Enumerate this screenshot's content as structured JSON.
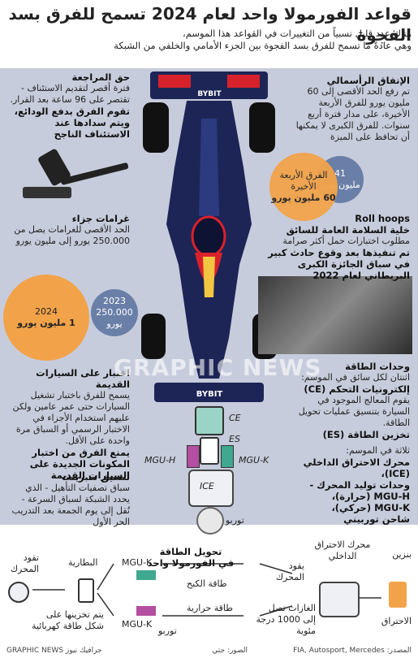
{
  "header": {
    "title": "قواعد الفورمولا واحد لعام 2024 تسمح للفرق بسد الفجوة",
    "subtitle_line1": "هناك عدد قليل نسبياً من التغييرات في القواعد هذا الموسم،",
    "subtitle_line2": "وهي عادةً ما تسمح للفرق بسد الفجوة بين الجزء الأمامي والخلفي من الشبكة"
  },
  "sections": {
    "capital": {
      "heading": "الإنفاق الرأسمالي",
      "body": "تم رفع الحد الأقصى إلى 60 مليون يورو للفرق الأربعة الأخيرة، على مدار فترة أربع سنوات. للفرق الكبرى لا يمكنها أن تحافظ على الميزة"
    },
    "review": {
      "heading": "حق المراجعة",
      "body": "فترة أقصر لتقديم الاستئناف - تقتصر على 96 ساعة بعد القرار.",
      "note": "تقوم الفرق بدفع الودائع، ويتم سدادها عند الاستئناف الناجح"
    },
    "fines": {
      "heading": "غرامات جزاء",
      "body": "الحد الأقصى للغرامات يصل من 250.000 يورو إلى مليون يورو"
    },
    "roll_hoops": {
      "label": "Roll hoops",
      "heading": "خلية السلامة العامة للسائق",
      "body": "مطلوب اختبارات حمل أكثر صرامة",
      "note": "تم تنفيذها بعد وقوع حادث كبير في سباق الجائزة الكبرى البريطاني لعام 2022"
    },
    "old_cars": {
      "heading": "اختبار على السيارات القديمة",
      "body": "يسمح للفرق باختبار تشغيل السيارات حتى عمر عامين ولكن عليهم استخدام الأجزاء في الاختبار الرسمي أو السباق مرة واحدة على الأقل.",
      "note": "يمنع الفرق من اختبار المكونات الجديدة على السيارات القديمة"
    },
    "sprint": {
      "heading": "تنسيق سبرينت",
      "body": "سباق تصفيات التأهيل - الذي يحدد الشبكة لسباق السرعة - نُقل إلى يوم الجمعة بعد التدريب الحر الأول"
    },
    "power_units": {
      "heading": "وحدات الطاقة",
      "line1": "اثنتان لكل سائق في الموسم:",
      "ce_heading": "إلكترونيات التحكم (CE)",
      "ce_body": "يقوم المعالج الموجود في السيارة بتنسيق عمليات تحويل الطاقة.",
      "es_heading": "تخزين الطاقة (ES)",
      "line2": "ثلاثة في الموسم:",
      "ice": "محرك الاحتراق الداخلي (ICE)،",
      "mgu_intro": "وحدات توليد المحرك -",
      "mguh": "MGU-H (حرارة)،",
      "mguk": "MGU-K (حركي)،",
      "turbo": "شاحن توربيني"
    }
  },
  "bubbles": {
    "capital_small_value": "41",
    "capital_small_unit": "مليون يورو",
    "capital_big_label": "الفرق الأربعة الأخيرة",
    "capital_big_value": "60 مليون يورو",
    "fine_2023_year": "2023",
    "fine_2023_value": "250.000",
    "fine_2023_unit": "يورو",
    "fine_2024_year": "2024",
    "fine_2024_value": "1 مليون يورو"
  },
  "engine_labels": {
    "ce": "CE",
    "es": "ES",
    "mguh": "MGU-H",
    "mguk": "MGU-K",
    "ice": "ICE",
    "turbo": "توربو"
  },
  "flow": {
    "title_line1": "تحويل الطاقة",
    "title_line2": "في الفورمولا واحد",
    "fuel": "بنزين",
    "combustion": "الاحتراق",
    "engine": "محرك الاحتراق الداخلي",
    "drives_engine": "يقود المحرك",
    "exhaust": "الغازات تصل إلى 1000 درجة مئوية",
    "turbo": "توربو",
    "brake_energy": "طاقة الكبح",
    "heat_energy": "طاقة حرارية",
    "mguk_top": "MGU-K",
    "mguk_bottom": "MGU-K",
    "battery": "البطارية",
    "drives_motor": "تقود المحرك",
    "stored": "يتم تخزينها على شكل طاقة كهربائية"
  },
  "watermark": "GRAPHIC NEWS",
  "footer": {
    "sources": "المصدر: FIA, Autosport, Mercedes",
    "photo": "الصور: جتي",
    "credit": "GRAPHIC NEWS جرافيك نيوز"
  },
  "colors": {
    "band": "#c7ccdc",
    "orange": "#f2a34a",
    "steel": "#6a7fa8",
    "car_navy": "#1d2556",
    "car_red": "#d8222b",
    "chip_teal": "#9bd3c6",
    "mgu_purple": "#b34fa0",
    "mgu_teal": "#3fa88f"
  }
}
